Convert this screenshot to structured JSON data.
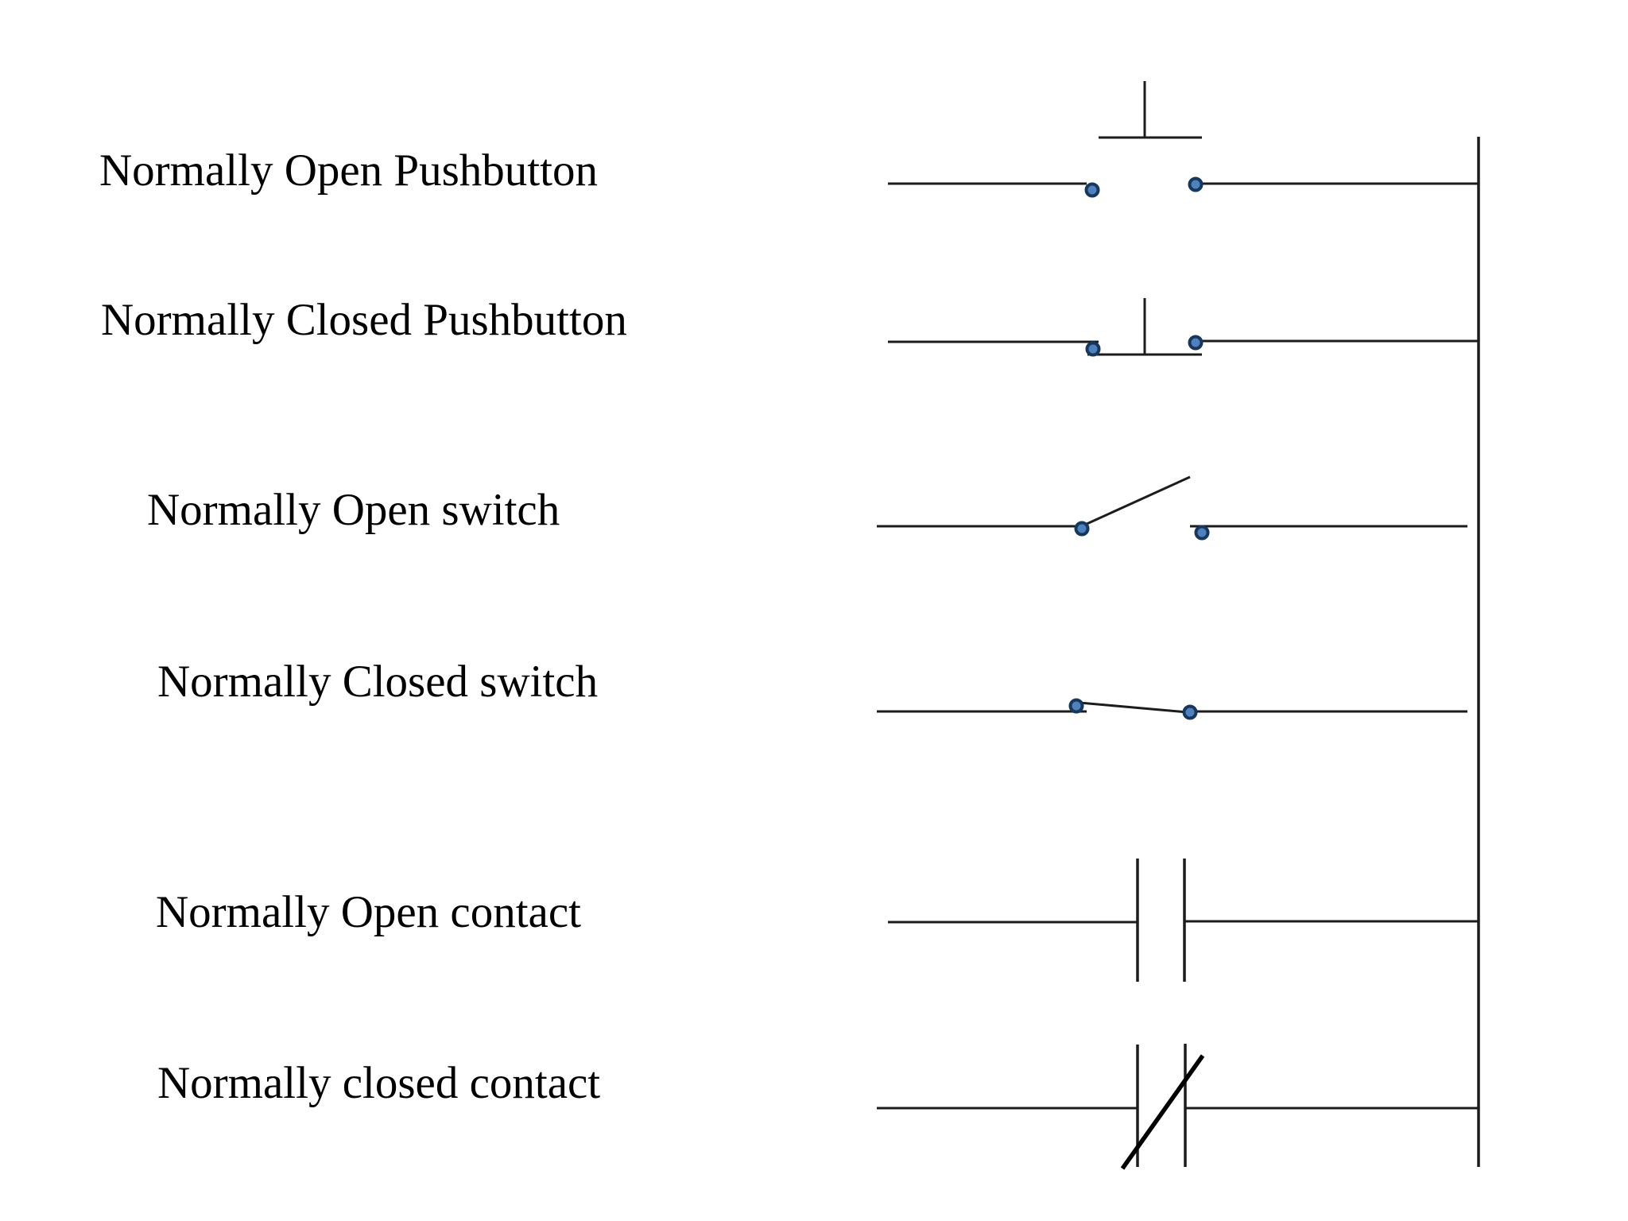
{
  "page": {
    "background": "#ffffff"
  },
  "colors": {
    "background": "#ffffff",
    "text": "#000000",
    "line": "#1c1c1c",
    "slash": "#000000",
    "terminal_fill": "#4f81bd",
    "terminal_stroke": "#17375d"
  },
  "rows": [
    {
      "label": "Normally Open Pushbutton",
      "symbol": "normally-open-pushbutton-icon"
    },
    {
      "label": "Normally Closed Pushbutton",
      "symbol": "normally-closed-pushbutton-icon"
    },
    {
      "label": "Normally Open switch",
      "symbol": "normally-open-switch-icon"
    },
    {
      "label": "Normally Closed switch",
      "symbol": "normally-closed-switch-icon"
    },
    {
      "label": "Normally Open contact",
      "symbol": "normally-open-contact-icon"
    },
    {
      "label": "Normally closed contact",
      "symbol": "normally-closed-contact-icon"
    }
  ],
  "rail": {
    "name": "right-power-rail"
  }
}
